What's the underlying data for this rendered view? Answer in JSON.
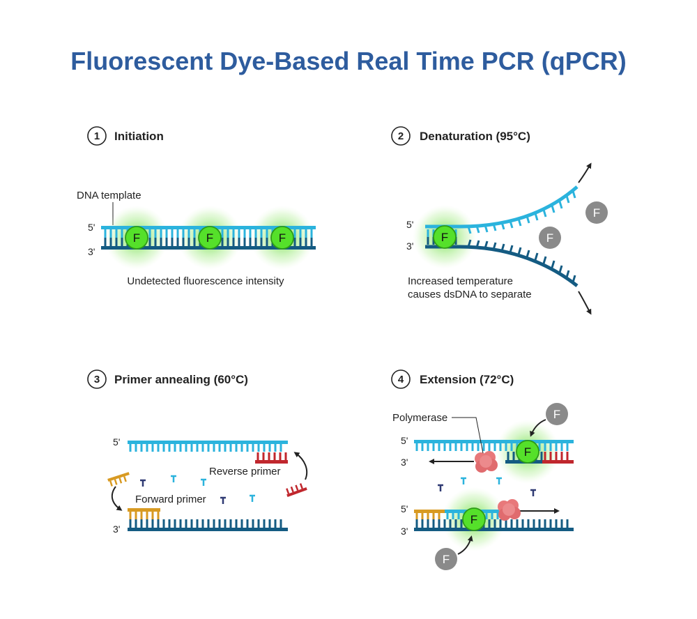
{
  "title": "Fluorescent Dye-Based Real Time PCR (qPCR)",
  "colors": {
    "title": "#2E5C9E",
    "strand_light": "#2BB3DD",
    "strand_dark": "#145B82",
    "dye_core": "#55E02A",
    "dye_glow": "#8EE66B",
    "free_dye": "#8A8A8A",
    "forward_primer": "#D89A22",
    "reverse_primer": "#C0272D",
    "polymerase": "#E8787A",
    "nucleotide_dark": "#2F3A73"
  },
  "fluorophore_label": "F",
  "steps": [
    {
      "number": "1",
      "heading": "Initiation",
      "labels": {
        "template": "DNA template",
        "end_top": "5'",
        "end_bottom": "3'",
        "caption": "Undetected fluorescence intensity"
      }
    },
    {
      "number": "2",
      "heading": "Denaturation (95°C)",
      "labels": {
        "end_top": "5'",
        "end_bottom": "3'",
        "caption_line1": "Increased temperature",
        "caption_line2": "causes dsDNA to separate"
      }
    },
    {
      "number": "3",
      "heading": "Primer annealing (60°C)",
      "labels": {
        "end_top": "5'",
        "end_bottom": "3'",
        "reverse_primer": "Reverse primer",
        "forward_primer": "Forward primer"
      }
    },
    {
      "number": "4",
      "heading": "Extension (72°C)",
      "labels": {
        "polymerase": "Polymerase",
        "end_top_a": "5'",
        "end_bottom_a": "3'",
        "end_top_b": "5'",
        "end_bottom_b": "3'"
      }
    }
  ]
}
